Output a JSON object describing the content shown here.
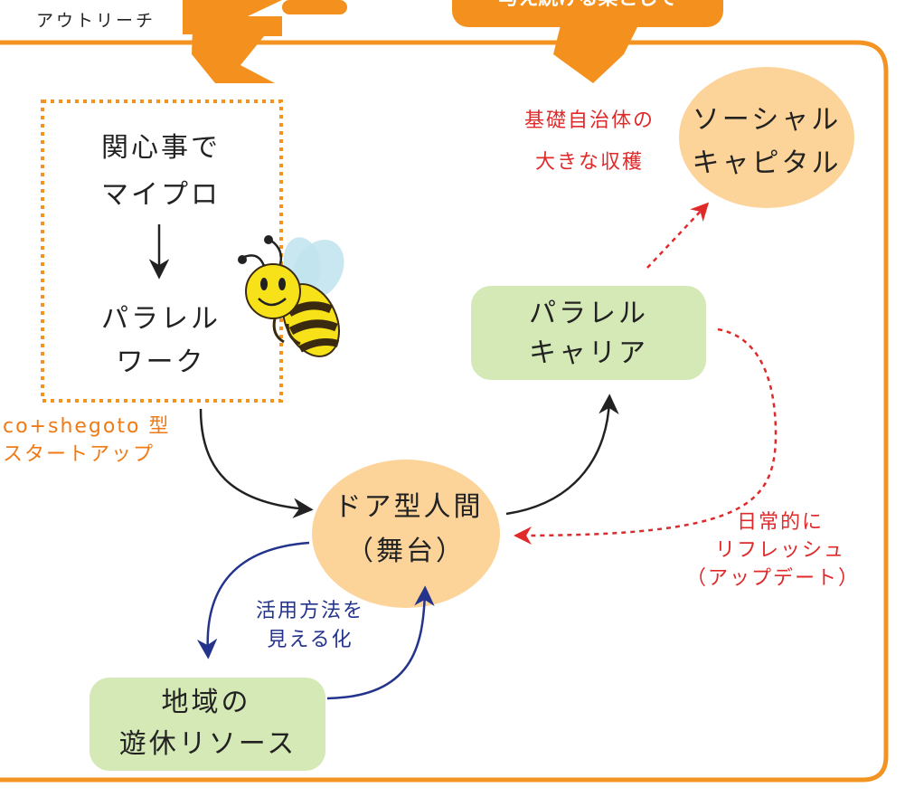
{
  "header": {
    "outreach_label": "アウトリーチ",
    "partial_banner_text": "与え続ける栗として"
  },
  "left_box": {
    "line1": "関心事で",
    "line2": "マイプロ",
    "line3": "パラレル",
    "line4": "ワーク"
  },
  "startup_label": {
    "line1": "co+shegoto 型",
    "line2": "スタートアップ"
  },
  "social_capital": {
    "line1": "ソーシャル",
    "line2": "キャピタル"
  },
  "harvest_label": {
    "line1": "基礎自治体の",
    "line2": "大きな収穫"
  },
  "parallel_career": {
    "line1": "パラレル",
    "line2": "キャリア"
  },
  "door_human": {
    "line1": "ドア型人間",
    "line2": "（舞台）"
  },
  "refresh_label": {
    "line1": "日常的に",
    "line2": "リフレッシュ",
    "line3": "（アップデート）"
  },
  "visualize_label": {
    "line1": "活用方法を",
    "line2": "見える化"
  },
  "local_resources": {
    "line1": "地域の",
    "line2": "遊休リソース"
  },
  "colors": {
    "orange": "#f39321",
    "banner_orange": "#f3901e",
    "peach": "#fcd49a",
    "green": "#d5e9b6",
    "red": "#e02a2a",
    "navy": "#24348c",
    "bee_yellow": "#f7e21a"
  },
  "icons": [
    "bee-icon",
    "down-arrow-icon"
  ]
}
